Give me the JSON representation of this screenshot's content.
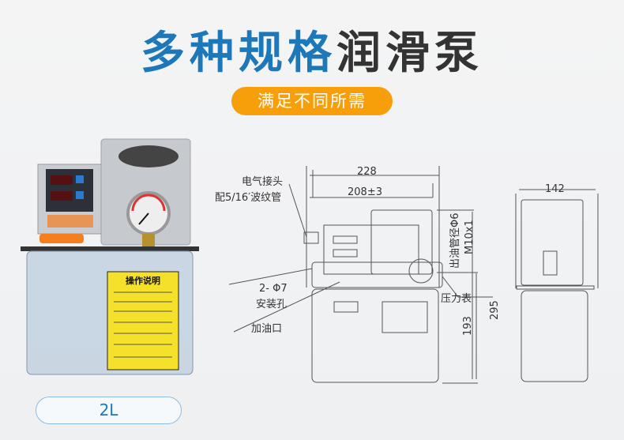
{
  "header": {
    "title_blue": "多种规格",
    "title_dark": "润滑泵",
    "subtitle": "满足不同所需"
  },
  "product": {
    "label_title": "操作说明",
    "capacity": "2L"
  },
  "drawing": {
    "width_total": "228",
    "width_inner": "208±3",
    "depth": "142",
    "height_total": "295",
    "height_tank": "193",
    "callout_connector_1": "电气接头",
    "callout_connector_2": "配5/16′波纹管",
    "callout_holes_1": "2- Φ7",
    "callout_holes_2": "安装孔",
    "callout_fill": "加油口",
    "callout_gauge": "压力表",
    "callout_outlet_1": "出油管径Φ6",
    "callout_outlet_2": "M10x1"
  },
  "colors": {
    "blue": "#1c78b8",
    "orange": "#f79f0a",
    "dark": "#333333"
  }
}
